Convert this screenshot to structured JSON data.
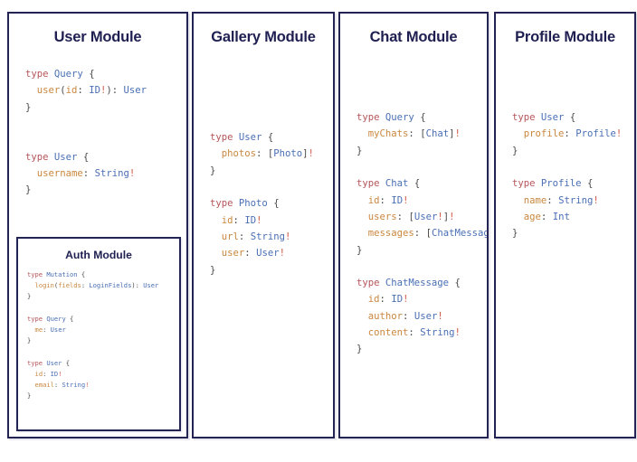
{
  "page": {
    "background": "#ffffff",
    "border_color": "#232354",
    "title_color": "#1f1f52",
    "syntax_colors": {
      "keyword": "#b5555a",
      "type_name": "#4a6fb5",
      "field_name": "#c9873f",
      "punctuation": "#4a4a4a"
    }
  },
  "panels": [
    {
      "id": "user",
      "title": "User Module",
      "code": "type Query {\n  user(id: ID!): User\n}\n\n\ntype User {\n  username: String!\n}",
      "sub_panel": {
        "id": "auth",
        "title": "Auth Module",
        "code": "type Mutation {\n  login(fields: LoginFields): User\n}\n\ntype Query {\n  me: User\n}\n\ntype User {\n  id: ID!\n  email: String!\n}"
      }
    },
    {
      "id": "gallery",
      "title": "Gallery Module",
      "code": "type User {\n  photos: [Photo]!\n}\n\ntype Photo {\n  id: ID!\n  url: String!\n  user: User!\n}"
    },
    {
      "id": "chat",
      "title": "Chat Module",
      "code": "type Query {\n  myChats: [Chat]!\n}\n\ntype Chat {\n  id: ID!\n  users: [User!]!\n  messages: [ChatMessage]!\n}\n\ntype ChatMessage {\n  id: ID!\n  author: User!\n  content: String!\n}"
    },
    {
      "id": "profile",
      "title": "Profile Module",
      "code": "type User {\n  profile: Profile!\n}\n\ntype Profile {\n  name: String!\n  age: Int\n}"
    }
  ]
}
